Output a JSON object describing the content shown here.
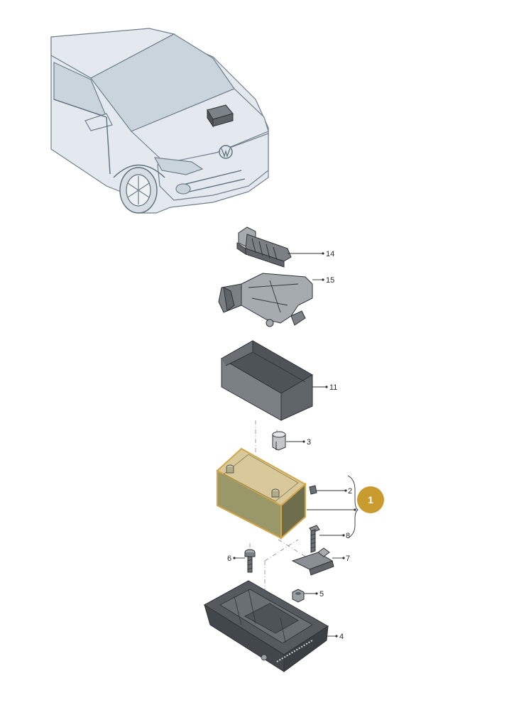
{
  "diagram": {
    "callouts": {
      "p14": "14",
      "p15": "15",
      "p11": "11",
      "p3": "3",
      "p2": "2",
      "p8": "8",
      "p7": "7",
      "p6": "6",
      "p5": "5",
      "p4": "4"
    },
    "badge": {
      "label": "1",
      "color": "#c99a2e"
    },
    "highlight_color": "#d2a74a"
  }
}
